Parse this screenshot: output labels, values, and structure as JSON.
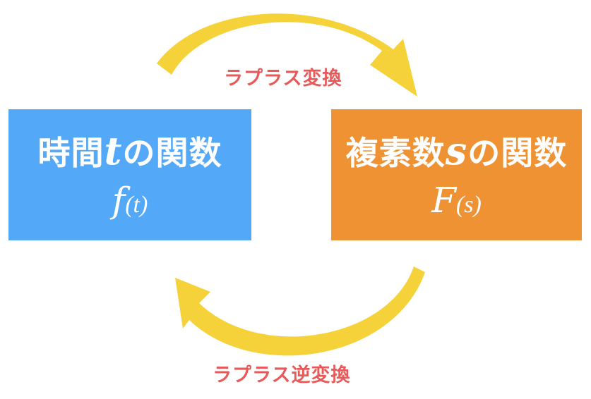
{
  "colors": {
    "left_box": "#53a8f7",
    "right_box": "#ef9233",
    "arrow": "#f5d23a",
    "label": "#e85a5a"
  },
  "left_box": {
    "title_prefix": "時間",
    "title_var": "t",
    "title_suffix": "の関数",
    "func_name": "f",
    "func_arg": "(t)"
  },
  "right_box": {
    "title_prefix": "複素数",
    "title_var": "s",
    "title_suffix": "の関数",
    "func_name": "F",
    "func_arg": "(s)"
  },
  "top_arrow": {
    "label": "ラプラス変換",
    "icon": "curved-arrow-right-icon"
  },
  "bottom_arrow": {
    "label": "ラプラス逆変換",
    "icon": "curved-arrow-left-icon"
  }
}
